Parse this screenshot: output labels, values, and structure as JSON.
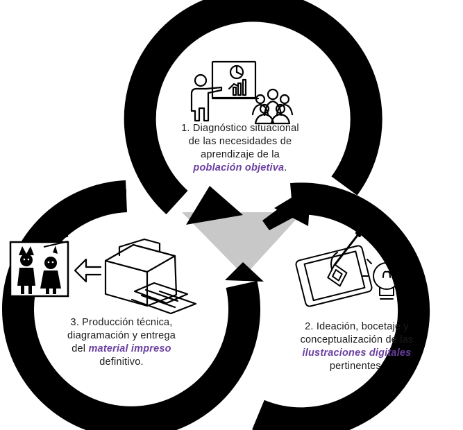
{
  "steps": [
    {
      "number": "1.",
      "text_plain": "Diagnóstico situacional de las necesidades de aprendizaje de la",
      "line1": "1. Diagnóstico situacional",
      "line2": "de las necesidades de",
      "line3": "aprendizaje de la",
      "highlight": "población objetiva",
      "tail": ".",
      "icon": "presentation-audience-icon"
    },
    {
      "number": "2.",
      "line1": "2. Ideación, bocetaje y",
      "line2": "conceptualización de las",
      "highlight": "ilustraciones digitales",
      "line4": "pertinentes.",
      "icon": "tablet-drawing-lightbulb-icon"
    },
    {
      "number": "3.",
      "line1": "3. Producción técnica,",
      "line2": "diagramación y entrega",
      "line3_pre": "del ",
      "highlight": "material impreso",
      "line4": "definitivo.",
      "icon": "printer-output-icon"
    }
  ],
  "colors": {
    "ring": "#000000",
    "center_triangle": "#c8c8c8",
    "highlight_text": "#6a3fa0",
    "body_text": "#1a1a1a"
  },
  "icons": [
    "presenter-icon",
    "chart-board-icon",
    "audience-icon",
    "tablet-pen-icon",
    "lightbulb-icon",
    "printer-icon",
    "arrow-left-icon",
    "booklet-children-icon"
  ]
}
